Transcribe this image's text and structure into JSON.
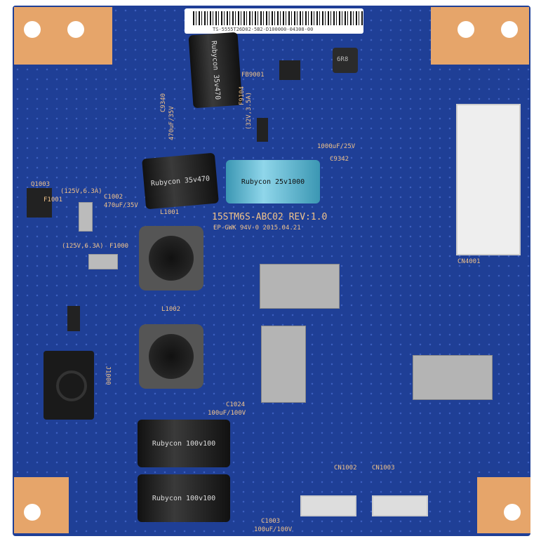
{
  "sticker": {
    "code": "TS-5555T26D02-5B2-D100000-04308-00"
  },
  "silkscreen": {
    "board_name": "15STM6S-ABC02 REV:1.0",
    "board_sub": "EP-GWK 94V-0 2015.04.21",
    "l1001": "L1001",
    "l1002": "L1002",
    "j1000": "J1000",
    "c1002": "C1002",
    "c1002_val": "470uF/35V",
    "c9340": "C9340",
    "c9340_val": "470uF/35V",
    "c9342": "C9342",
    "c9342_val": "1000uF/25V",
    "c1024": "C1024",
    "c1024_val": "100uF/100V",
    "c1003": "C1003",
    "c1003_val": "100uF/100V",
    "cn1002": "CN1002",
    "cn1003": "CN1003",
    "cn4001": "CN4001",
    "fb9001": "FB9001",
    "f9104": "F9104",
    "f9104_val": "(32V,3.5A)",
    "f1001": "F1001",
    "f1001_val": "(125V,6.3A)",
    "f1000": "F1000",
    "f1000_val": "(125V,6.3A)",
    "q1003": "Q1003",
    "inductor_mark": "6R8"
  },
  "capacitors": {
    "c9340": "Rubycon 35v470",
    "c1002": "Rubycon 35v470",
    "c9342": "Rubycon 25v1000",
    "c1024": "Rubycon 100v100",
    "c1003": "Rubycon 100v100"
  }
}
